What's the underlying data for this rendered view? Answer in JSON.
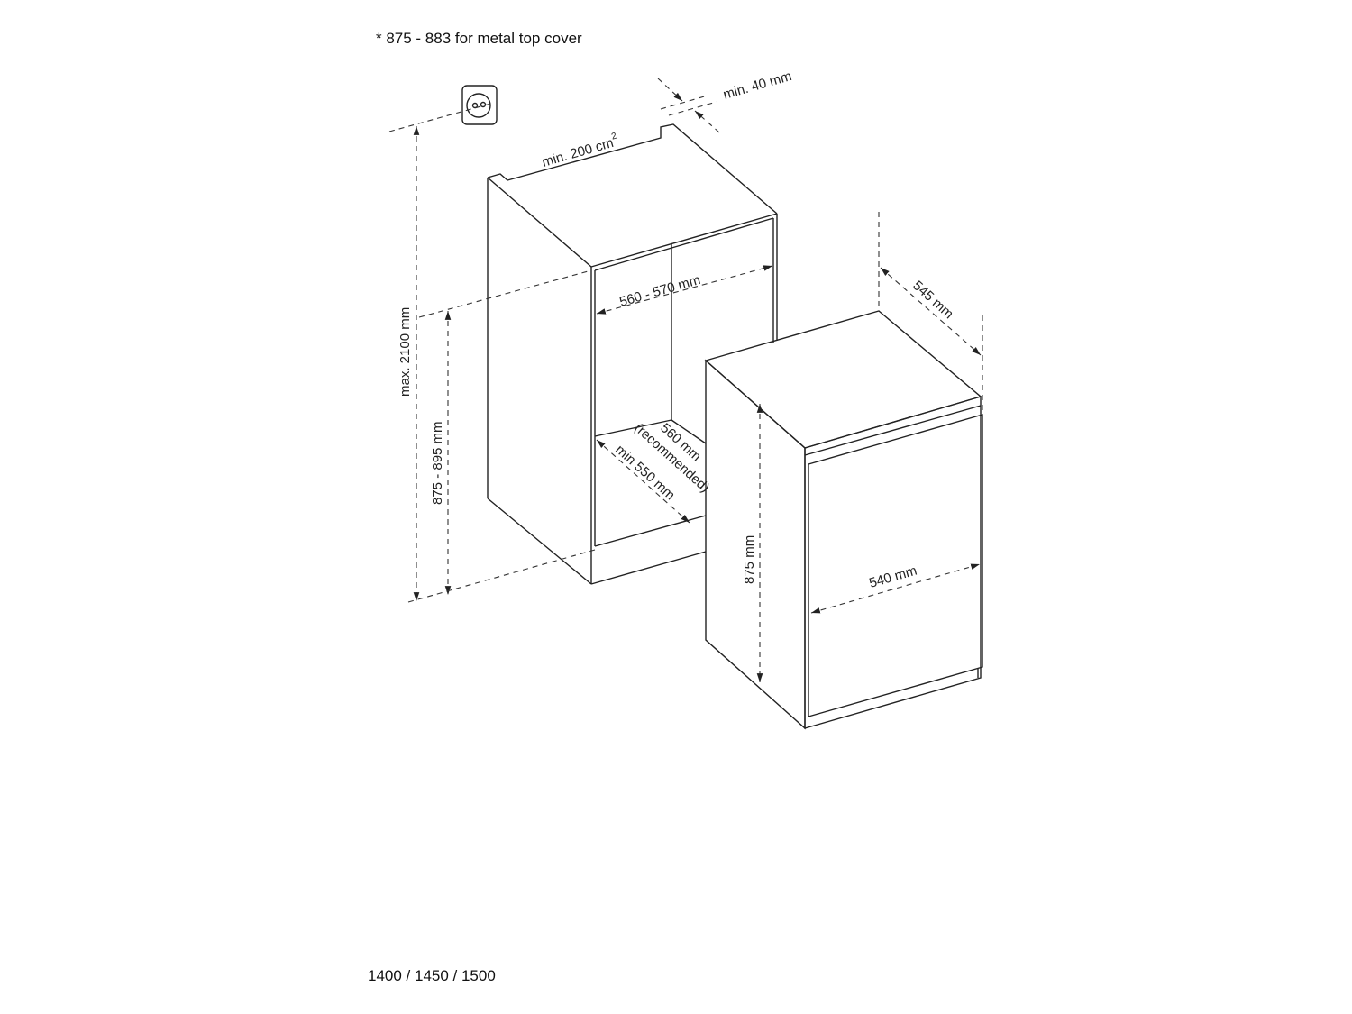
{
  "header_note": "* 875 - 883  for metal top cover",
  "footer_note": "1400 / 1450 / 1500",
  "icons": [
    "power-socket-icon"
  ],
  "dimensions": {
    "max_height": "max. 2100 mm",
    "niche_height": "875 - 895 mm",
    "niche_width": "560 - 570 mm",
    "niche_depth_recommended": "560 mm",
    "niche_depth_recommended_note": "(recommended)",
    "niche_depth_min": "min 550 mm",
    "vent_area": "min. 200 cm",
    "vent_area_sup": "2",
    "gap": "min. 40 mm",
    "appliance_depth": "545 mm",
    "appliance_height": "875 mm",
    "appliance_width": "540 mm"
  }
}
